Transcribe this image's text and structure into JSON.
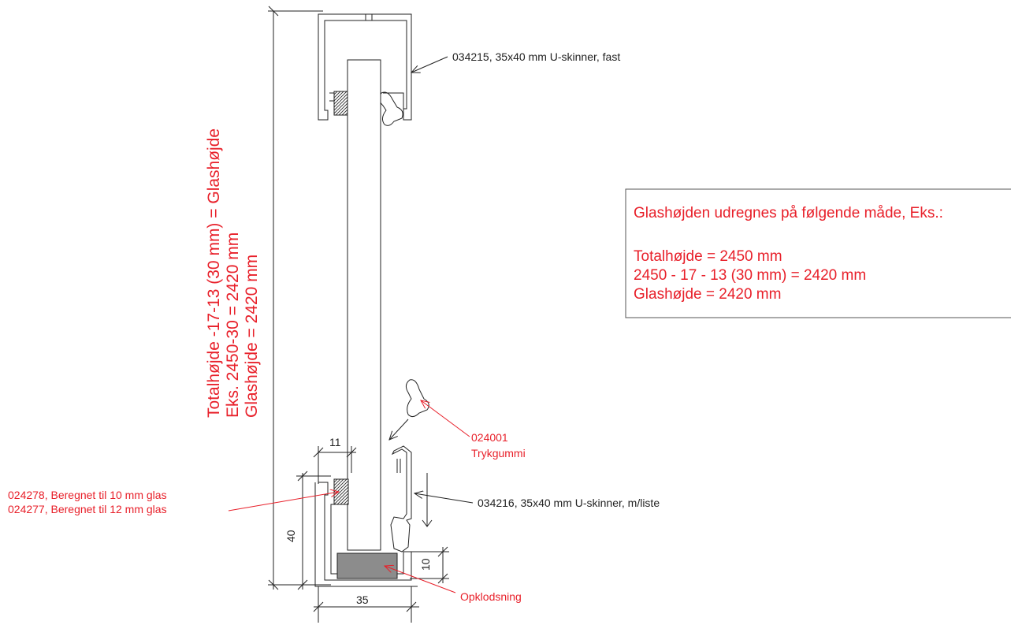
{
  "colors": {
    "annotation_red": "#e8202a",
    "line": "#222222",
    "setting_block": "#8c8c8c"
  },
  "vertical_labels": [
    "Totalhøjde -17-13 (30 mm) = Glashøjde",
    "Eks. 2450-30 = 2420 mm",
    "Glashøjde = 2420 mm"
  ],
  "callouts": {
    "top_rail": "034215, 35x40 mm U-skinner, fast",
    "bottom_rail": "034216, 35x40 mm U-skinner, m/liste",
    "gasket_code": "024001",
    "gasket_name": "Trykgummi",
    "glass_10": "024278, Beregnet til 10 mm glas",
    "glass_12": "024277, Beregnet til 12 mm glas",
    "setting_block": "Opklodsning"
  },
  "dimensions": {
    "d11": "11",
    "d40": "40",
    "d10": "10",
    "d35": "35"
  },
  "info_box": {
    "heading": "Glashøjden udregnes på følgende måde, Eks.:",
    "line1": "Totalhøjde = 2450 mm",
    "line2": "2450 - 17 - 13 (30 mm) = 2420 mm",
    "line3": "Glashøjde = 2420 mm"
  }
}
